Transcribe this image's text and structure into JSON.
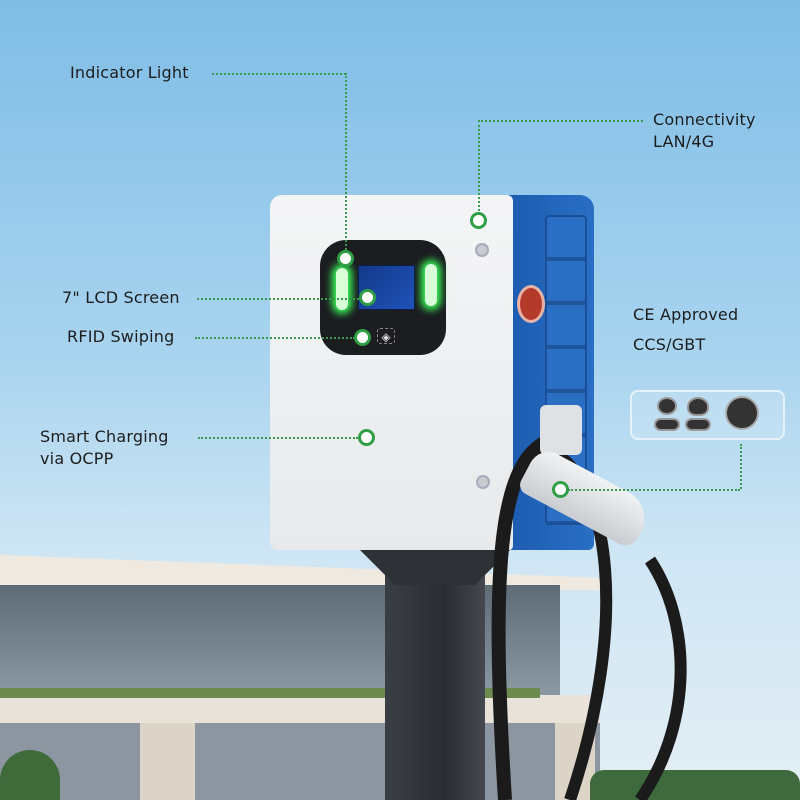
{
  "labels": {
    "indicator_light": "Indicator Light",
    "connectivity": [
      "Connectivity",
      "LAN/4G"
    ],
    "lcd_screen": "7\" LCD Screen",
    "rfid": "RFID Swiping",
    "smart_charging": [
      "Smart Charging",
      "via OCPP"
    ],
    "ce_approved": [
      "CE Approved",
      "CCS/GBT"
    ]
  },
  "colors": {
    "accent_green": "#2f9e44",
    "charger_blue": "#1f5fae",
    "indicator_glow": "#3cff5a"
  },
  "icons": [
    "rfid-card-icon",
    "ccs-connector-icon",
    "type2-connector-icon",
    "gbt-connector-icon"
  ]
}
